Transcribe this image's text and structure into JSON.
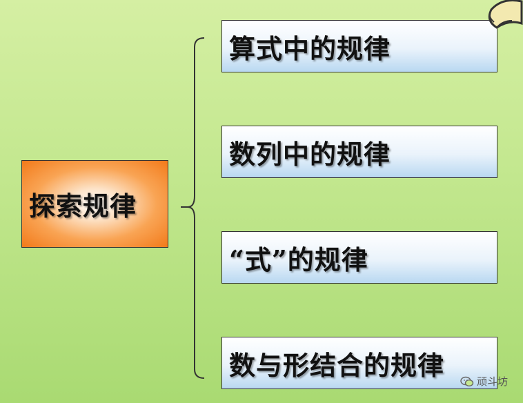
{
  "diagram": {
    "root": {
      "label": "探索规律"
    },
    "children": [
      {
        "label": "算式中的规律"
      },
      {
        "label": "数列中的规律"
      },
      {
        "label": "“式”的规律"
      },
      {
        "label": "数与形结合的规律"
      }
    ]
  },
  "watermark": {
    "text": "顽斗坊",
    "icon": "wechat-icon"
  },
  "decoration": {
    "corner_icon": "scroll-icon"
  },
  "colors": {
    "background": "#c4e890",
    "root_fill": "#f9a454",
    "child_fill": "#eaf3fb",
    "border": "#333333"
  }
}
